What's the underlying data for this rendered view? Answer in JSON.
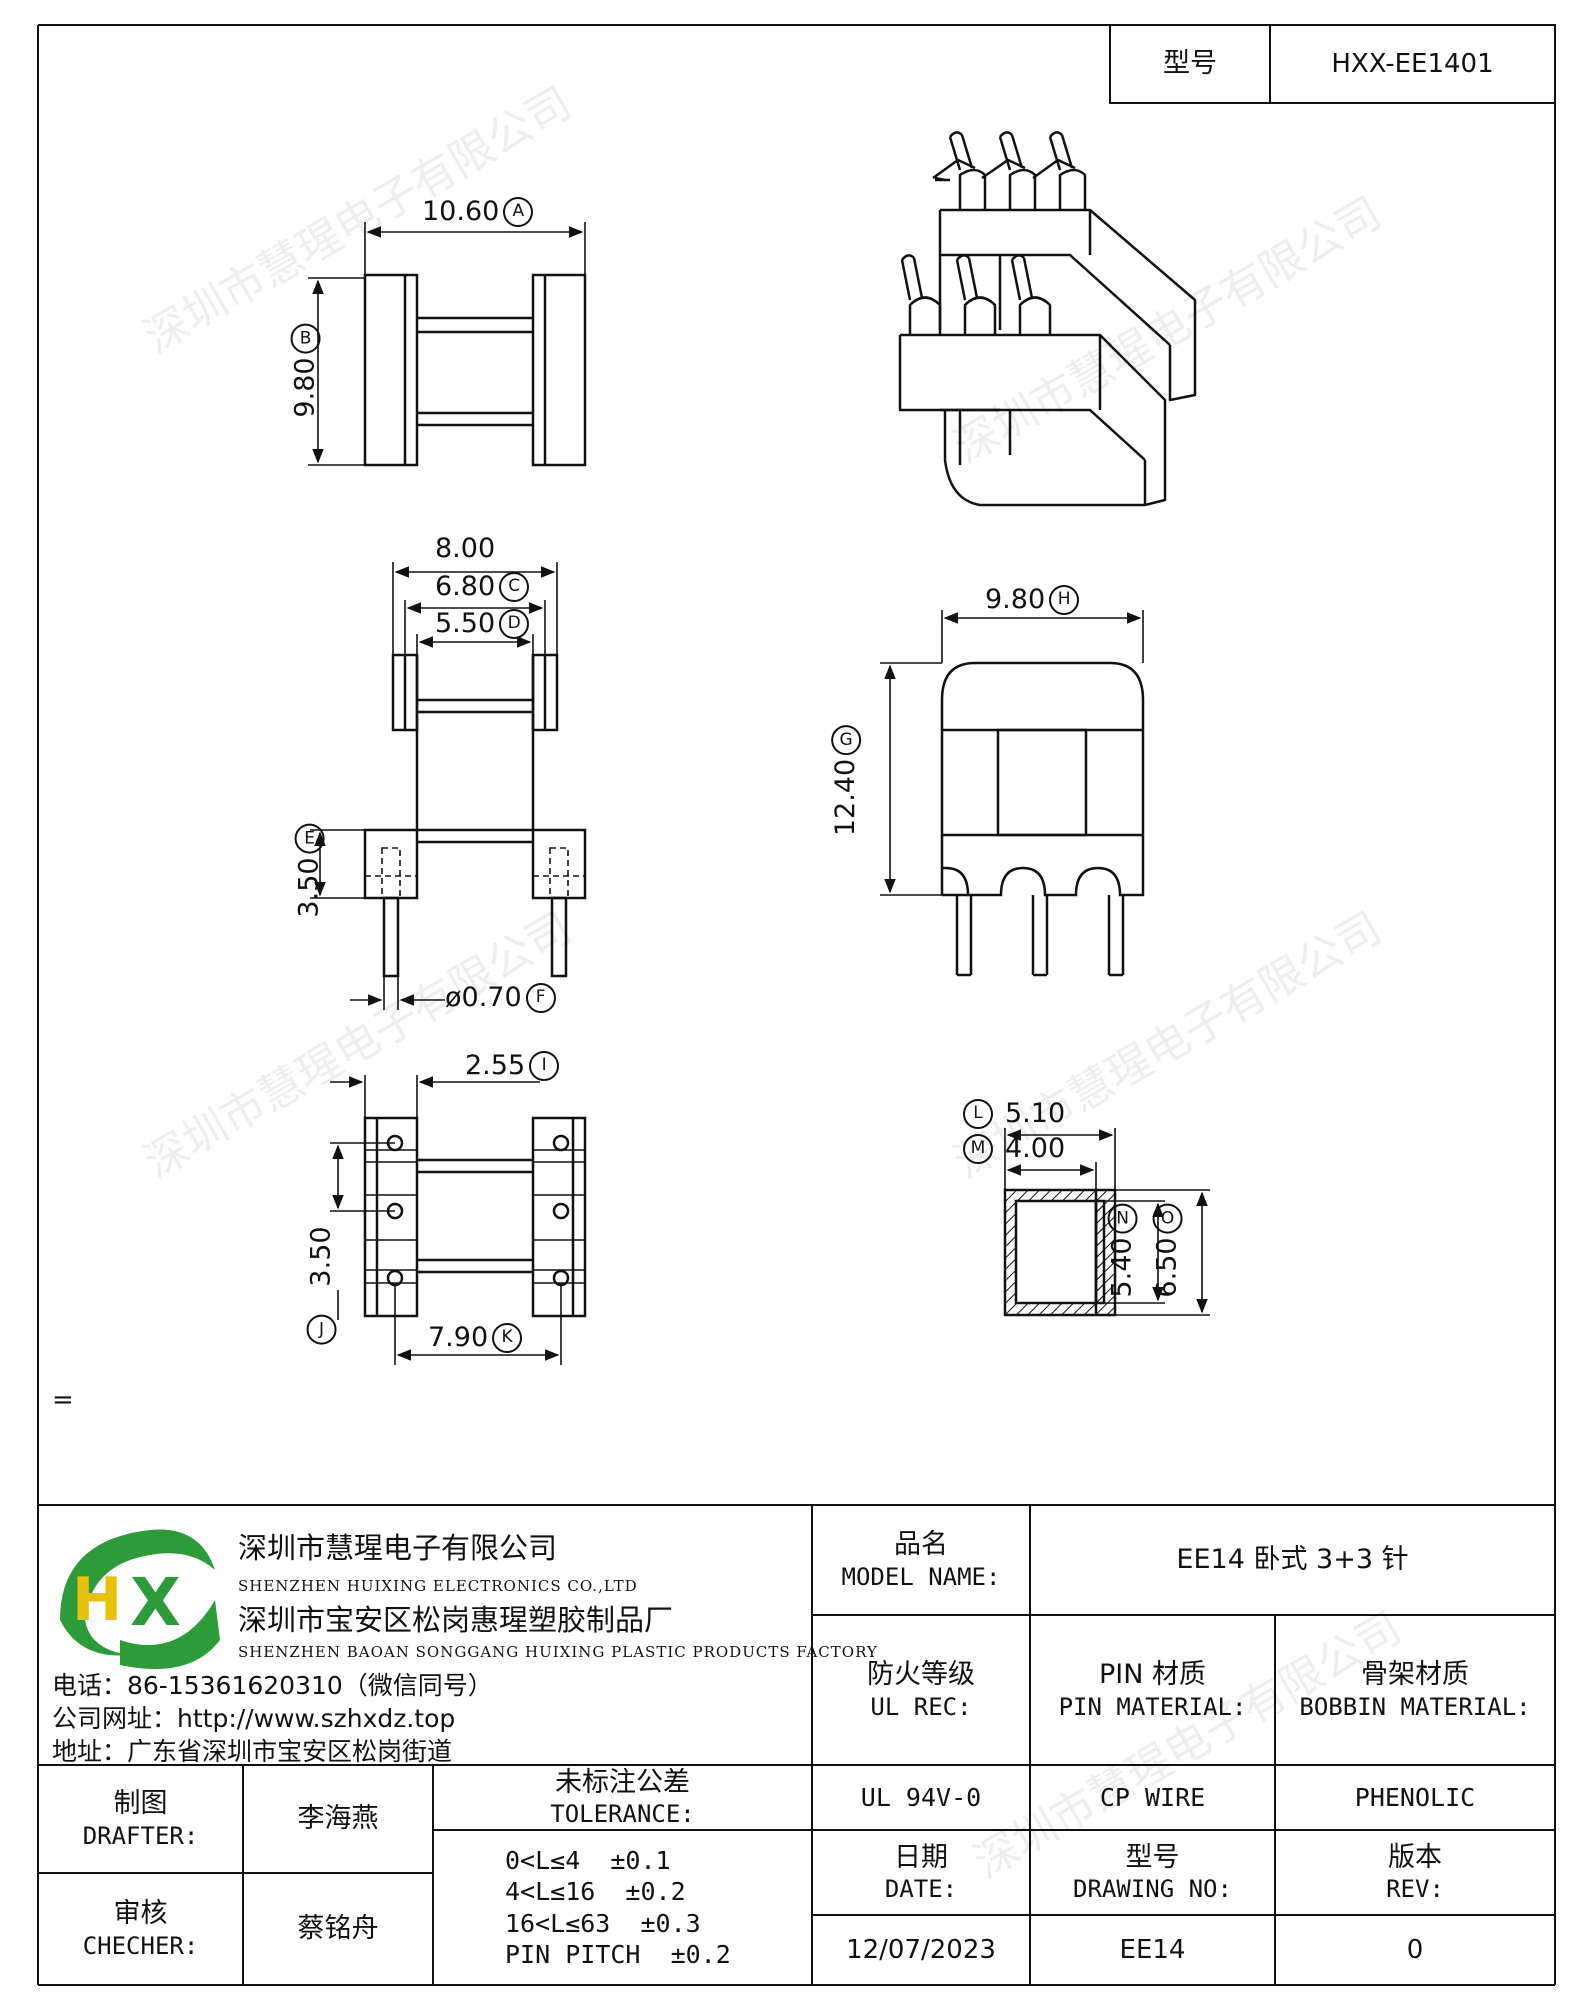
{
  "header": {
    "model_label": "型号",
    "model_value": "HXX-EE1401"
  },
  "watermark": "深圳市慧瑆电子有限公司",
  "dims": {
    "A": {
      "value": "10.60",
      "tag": "A"
    },
    "B": {
      "value": "9.80",
      "tag": "B"
    },
    "C": {
      "value": "6.80",
      "tag": "C"
    },
    "D": {
      "value": "5.50",
      "tag": "D"
    },
    "E": {
      "value": "3.50",
      "tag": "E"
    },
    "F": {
      "value": "ø0.70",
      "tag": "F"
    },
    "G": {
      "value": "12.40",
      "tag": "G"
    },
    "H": {
      "value": "9.80",
      "tag": "H"
    },
    "I": {
      "value": "2.55",
      "tag": "I"
    },
    "J": {
      "value": "3.50",
      "tag": "J"
    },
    "K": {
      "value": "7.90",
      "tag": "K"
    },
    "L": {
      "value": "5.10",
      "tag": "L"
    },
    "M": {
      "value": "4.00",
      "tag": "M"
    },
    "N": {
      "value": "5.40",
      "tag": "N"
    },
    "O": {
      "value": "6.50",
      "tag": "O"
    },
    "width_total": "8.00"
  },
  "stray_mark": "=",
  "company": {
    "name_cn": "深圳市慧瑆电子有限公司",
    "name_en": "SHENZHEN HUIXING ELECTRONICS CO.,LTD",
    "factory_cn": "深圳市宝安区松岗惠瑆塑胶制品厂",
    "factory_en": "SHENZHEN BAOAN SONGGANG HUIXING PLASTIC PRODUCTS FACTORY",
    "phone": "电话：86-15361620310（微信同号）",
    "website": "公司网址：http://www.szhxdz.top",
    "address": "地址：广东省深圳市宝安区松岗街道",
    "logo_letters": "HX"
  },
  "title_block": {
    "model_name_cn": "品名",
    "model_name_en": "MODEL NAME:",
    "model_name_value": "EE14 卧式 3+3 针",
    "ul_cn": "防火等级",
    "ul_en": "UL REC:",
    "pin_cn": "PIN 材质",
    "pin_en": "PIN MATERIAL:",
    "bobbin_cn": "骨架材质",
    "bobbin_en": "BOBBIN MATERIAL:",
    "ul_value": "UL 94V-0",
    "pin_value": "CP WIRE",
    "bobbin_value": "PHENOLIC",
    "drafter_cn": "制图",
    "drafter_en": "DRAFTER:",
    "drafter_value": "李海燕",
    "checker_cn": "审核",
    "checker_en": "CHECHER:",
    "checker_value": "蔡铭舟",
    "tolerance_cn": "未标注公差",
    "tolerance_en": "TOLERANCE:",
    "tolerance_lines": [
      "0<L≤4  ±0.1",
      "4<L≤16  ±0.2",
      "16<L≤63  ±0.3",
      "PIN PITCH  ±0.2"
    ],
    "date_cn": "日期",
    "date_en": "DATE:",
    "date_value": "12/07/2023",
    "drawing_cn": "型号",
    "drawing_en": "DRAWING NO:",
    "drawing_value": "EE14",
    "rev_cn": "版本",
    "rev_en": "REV:",
    "rev_value": "0"
  }
}
